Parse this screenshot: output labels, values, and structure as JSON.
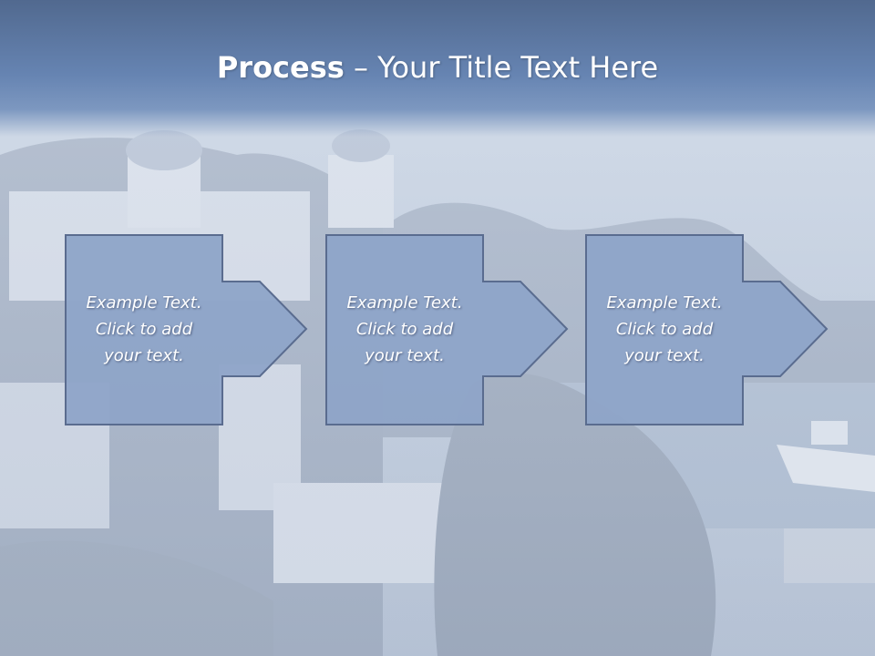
{
  "title": {
    "strong": "Process",
    "rest": " – Your Title Text Here"
  },
  "steps": [
    {
      "lines": [
        "Example Text.",
        "Click  to add",
        "your text."
      ]
    },
    {
      "lines": [
        "Example Text.",
        "Click  to add",
        "your text."
      ]
    },
    {
      "lines": [
        "Example Text.",
        "Click  to add",
        "your text."
      ]
    }
  ],
  "colors": {
    "title_band": "#5a77a5",
    "box_fill": "#8ea4c8",
    "box_stroke": "#5a6c8f",
    "text": "#ffffff"
  }
}
